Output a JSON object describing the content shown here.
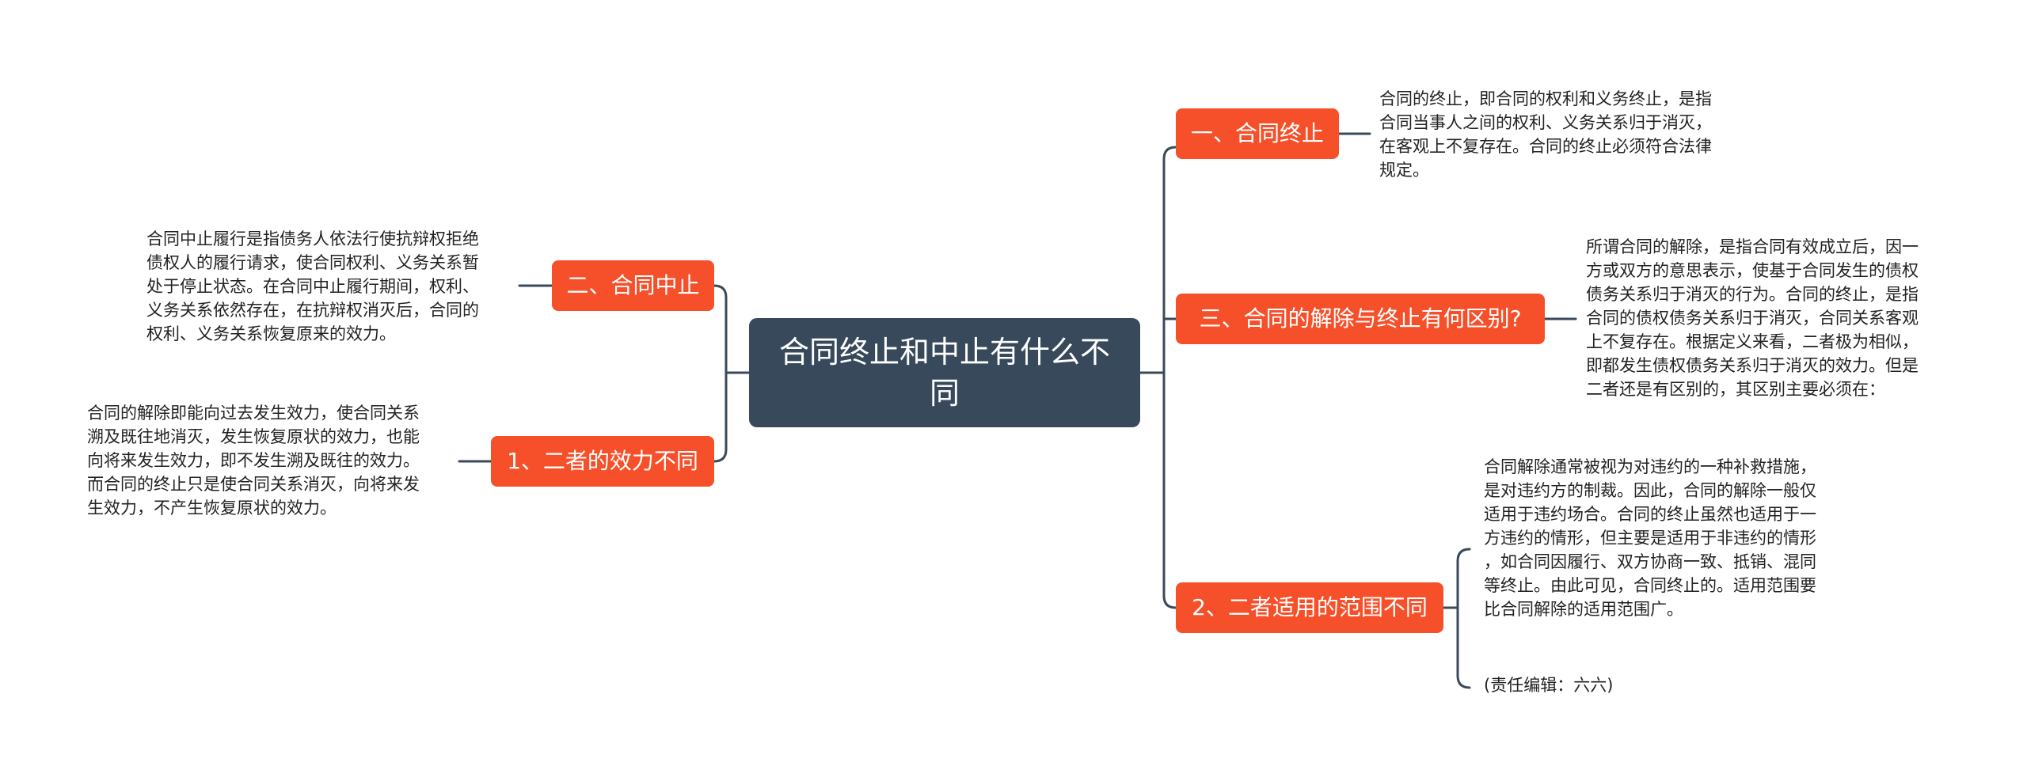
{
  "root": {
    "title_line1": "合同终止和中止有什么不",
    "title_line2": "同"
  },
  "branches": [
    {
      "label": "一、合同终止",
      "note": [
        "合同的终止，即合同的权利和义务终止，是指",
        "合同当事人之间的权利、义务关系归于消灭，",
        "在客观上不复存在。合同的终止必须符合法律",
        "规定。"
      ]
    },
    {
      "label": "三、合同的解除与终止有何区别?",
      "note": [
        "所谓合同的解除，是指合同有效成立后，因一",
        "方或双方的意思表示，使基于合同发生的债权",
        "债务关系归于消灭的行为。合同的终止，是指",
        "合同的债权债务关系归于消灭，合同关系客观",
        "上不复存在。根据定义来看，二者极为相似，",
        "即都发生债权债务关系归于消灭的效力。但是",
        "二者还是有区别的，其区别主要必须在："
      ]
    },
    {
      "label": "2、二者适用的范围不同",
      "note": [
        "合同解除通常被视为对违约的一种补救措施，",
        "是对违约方的制裁。因此，合同的解除一般仅",
        "适用于违约场合。合同的终止虽然也适用于一",
        "方违约的情形，但主要是适用于非违约的情形",
        "，如合同因履行、双方协商一致、抵销、混同",
        "等终止。由此可见，合同终止的。适用范围要",
        "比合同解除的适用范围广。"
      ],
      "footer": "(责任编辑：六六)"
    },
    {
      "label": "二、合同中止",
      "note": [
        "合同中止履行是指债务人依法行使抗辩权拒绝",
        "债权人的履行请求，使合同权利、义务关系暂",
        "处于停止状态。在合同中止履行期间，权利、",
        "义务关系依然存在，在抗辩权消灭后，合同的",
        "权利、义务关系恢复原来的效力。"
      ]
    },
    {
      "label": "1、二者的效力不同",
      "note": [
        "合同的解除即能向过去发生效力，使合同关系",
        "溯及既往地消灭，发生恢复原状的效力，也能",
        "向将来发生效力，即不发生溯及既往的效力。",
        "而合同的终止只是使合同关系消灭，向将来发",
        "生效力，不产生恢复原状的效力。"
      ]
    }
  ],
  "colors": {
    "root_bg": "#37495a",
    "branch_bg": "#f5502a",
    "line": "#3b4a5a",
    "text": "#222222"
  }
}
